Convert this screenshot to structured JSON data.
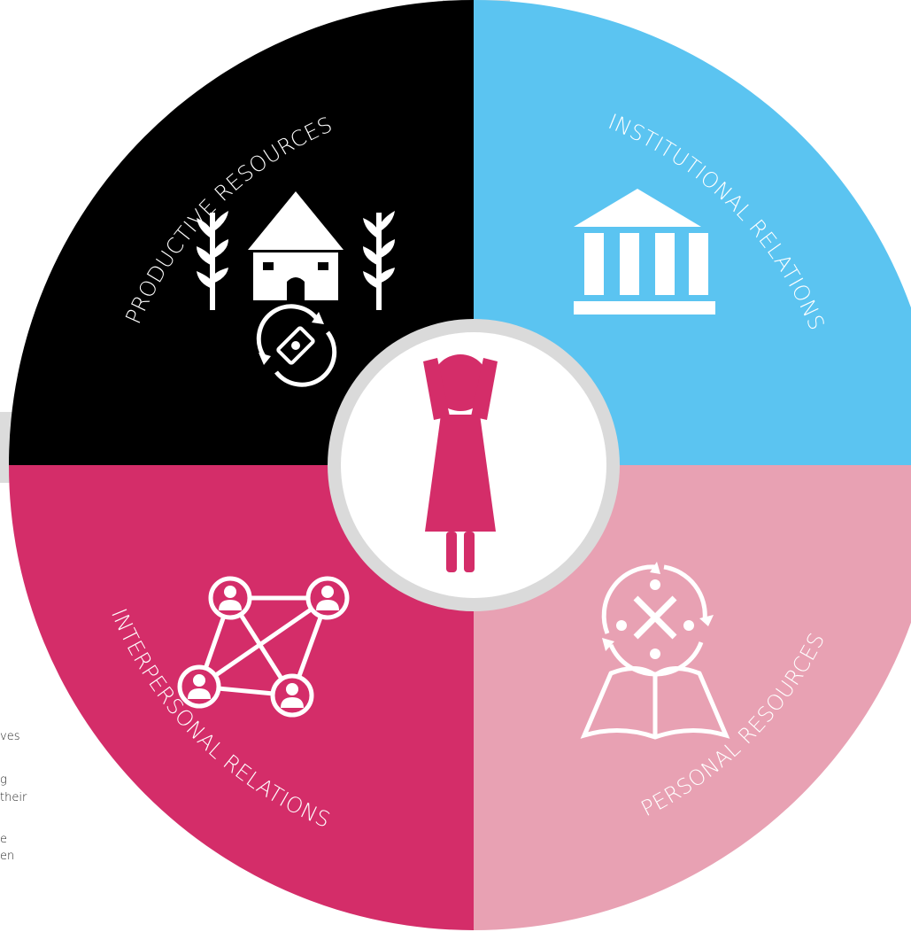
{
  "quadrants": {
    "productive": {
      "label": "PRODUCTIVE RESOURCES",
      "color": "#000000"
    },
    "institutional": {
      "label": "INSTITUTIONAL RELATIONS",
      "color": "#5bc4f1"
    },
    "interpersonal": {
      "label": "INTERPERSONAL RELATIONS",
      "color": "#d42d69"
    },
    "personal": {
      "label": "PERSONAL RESOURCES",
      "color": "#e8a1b3"
    }
  },
  "center": {
    "icon": "woman-raising-arms-icon",
    "ring_color": "#dadada",
    "figure_color": "#d42d69"
  },
  "left_text": {
    "line1": "ves",
    "line2": "g",
    "line3": "their",
    "line4": "e",
    "line5": "en"
  }
}
